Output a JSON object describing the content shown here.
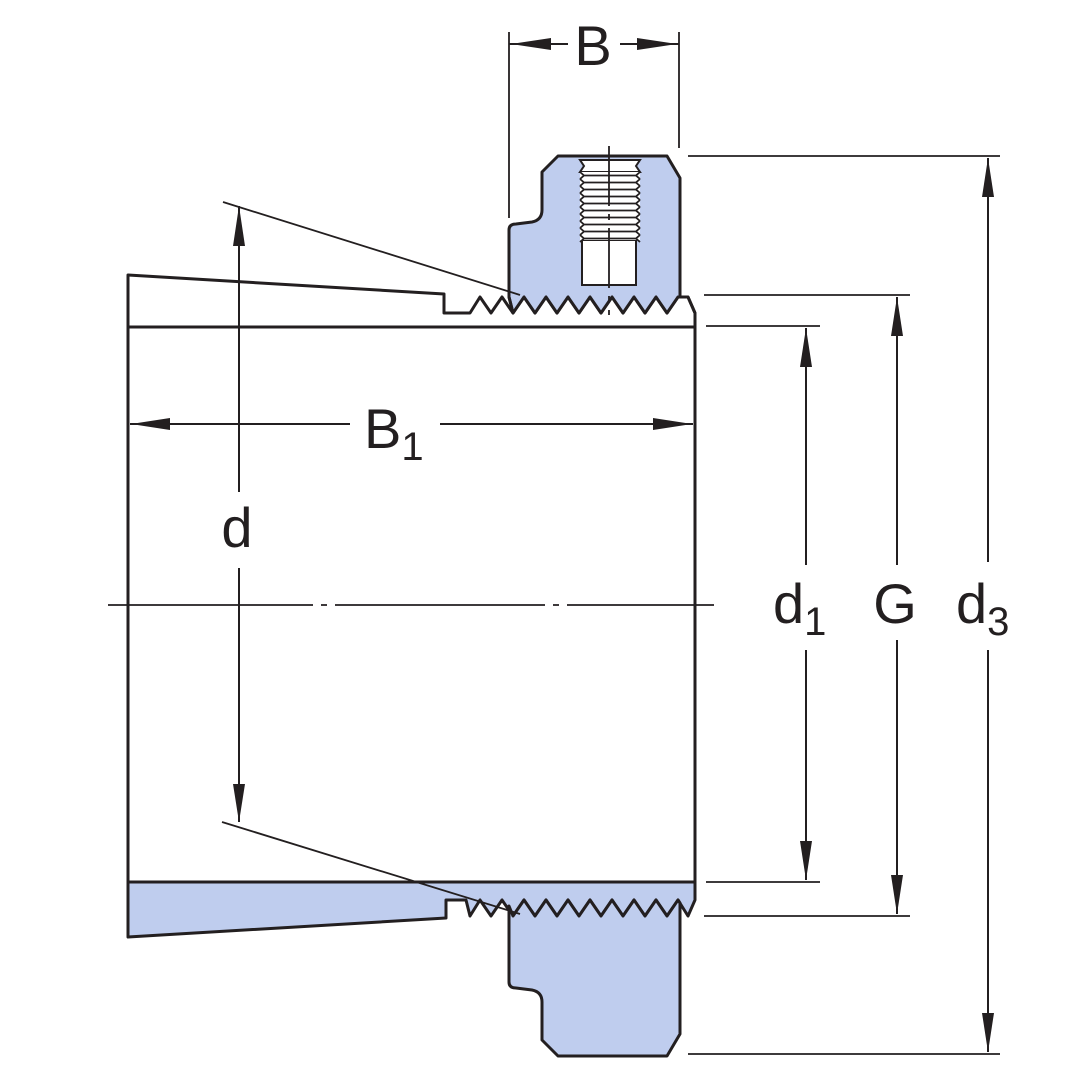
{
  "diagram": {
    "colors": {
      "part_fill": "#bfcdee",
      "line": "#231f20",
      "background": "#ffffff"
    },
    "labels": {
      "B": {
        "main": "B",
        "sub": ""
      },
      "B1": {
        "main": "B",
        "sub": "1"
      },
      "d": {
        "main": "d",
        "sub": ""
      },
      "d1": {
        "main": "d",
        "sub": "1"
      },
      "G": {
        "main": "G",
        "sub": ""
      },
      "d3": {
        "main": "d",
        "sub": "3"
      }
    }
  }
}
